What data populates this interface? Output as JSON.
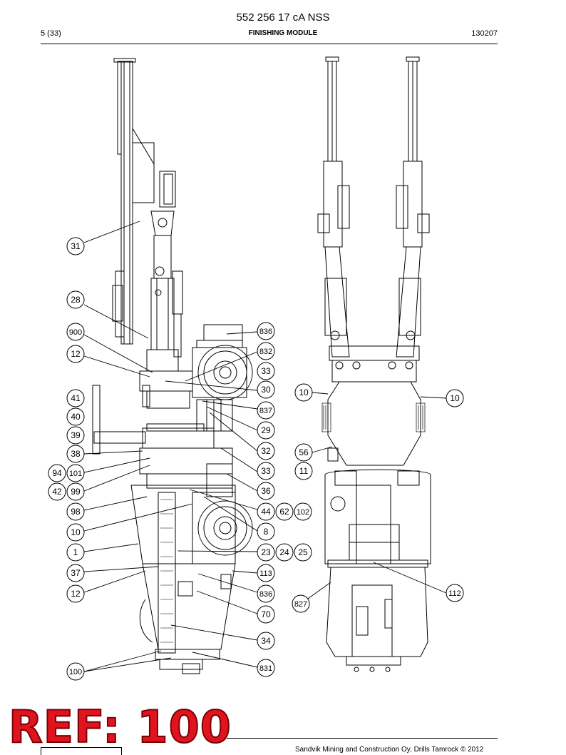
{
  "header": {
    "doc_title": "552 256 17 cA NSS",
    "page": "5 (33)",
    "section": "FINISHING MODULE",
    "code": "130207"
  },
  "labels": [
    "31",
    "28",
    "900",
    "12",
    "41",
    "40",
    "39",
    "38",
    "94",
    "101",
    "42",
    "99",
    "98",
    "10",
    "1",
    "37",
    "12",
    "100",
    "836",
    "832",
    "33",
    "30",
    "837",
    "29",
    "32",
    "33",
    "36",
    "44",
    "62",
    "102",
    "8",
    "23",
    "24",
    "25",
    "113",
    "836",
    "70",
    "34",
    "831",
    "10",
    "10",
    "56",
    "11",
    "112",
    "827"
  ],
  "stamp": "REF: 100",
  "footer": {
    "copyright": "Sandvik Mining and Construction Oy, Drills Tamrock © 2012"
  }
}
